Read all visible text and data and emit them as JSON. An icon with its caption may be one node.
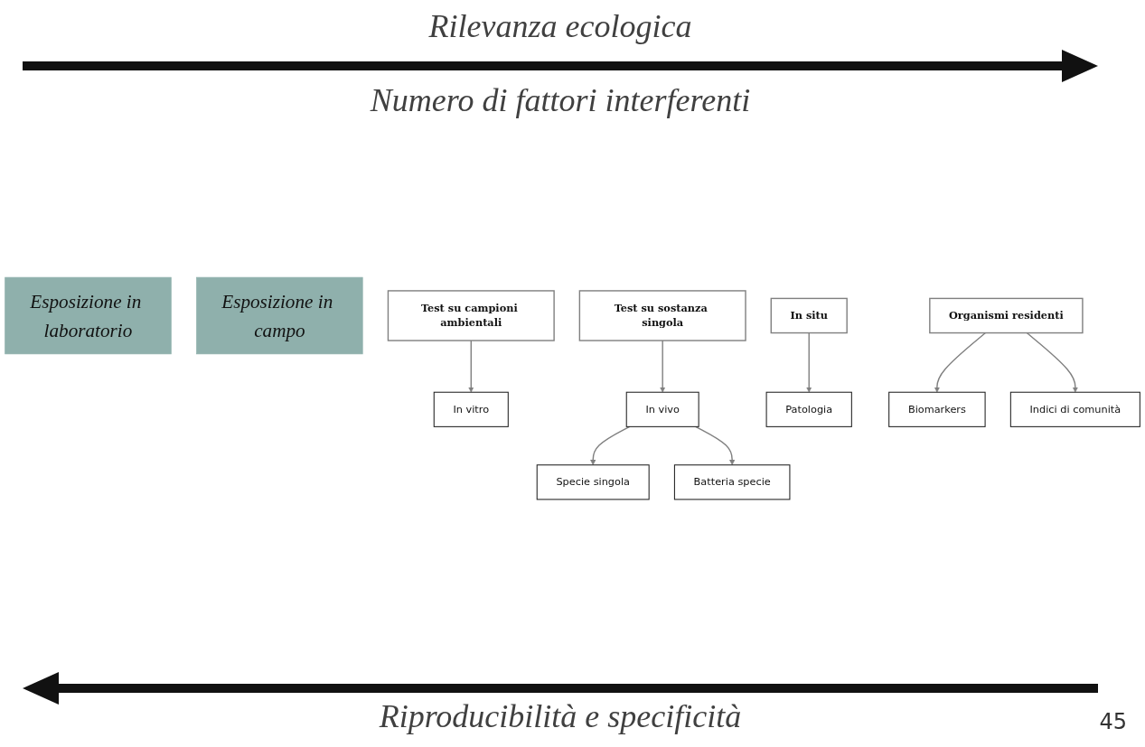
{
  "diagram": {
    "nodes": [
      {
        "text": [
          "Esposizione in laboratorio"
        ]
      },
      {
        "text": [
          "Esposizione in campo"
        ]
      },
      {
        "text": [
          "Test su sostanza singola"
        ]
      },
      {
        "text": [
          "Test su campioni ambientali"
        ]
      },
      {
        "text": [
          "In situ"
        ]
      },
      {
        "text": [
          "Organismi residenti"
        ]
      },
      {
        "text": [
          "In vitro"
        ]
      },
      {
        "text": [
          "In vivo"
        ]
      },
      {
        "text": [
          "Biomarkers"
        ]
      },
      {
        "text": [
          "Patologia"
        ]
      },
      {
        "text": [
          "Specie singola"
        ]
      },
      {
        "text": [
          "Batteria specie"
        ]
      },
      {
        "text": [
          "Indici di comunità"
        ]
      }
    ],
    "edges": [
      {
        "from": 2,
        "to": 7,
        "arrow": "to"
      },
      {
        "from": 3,
        "to": 6,
        "arrow": "to"
      },
      {
        "from": 4,
        "to": 9,
        "arrow": "to"
      },
      {
        "from": 5,
        "to": 8,
        "arrow": "to"
      },
      {
        "from": 7,
        "to": 10,
        "arrow": "to"
      },
      {
        "from": 7,
        "to": 11,
        "arrow": "to"
      },
      {
        "from": 5,
        "to": 12,
        "arrow": "to"
      }
    ],
    "labels": [
      "Rilevanza ecologica",
      "Numero di fattori interferenti",
      "Riproducibilità e specificità",
      "45"
    ]
  }
}
